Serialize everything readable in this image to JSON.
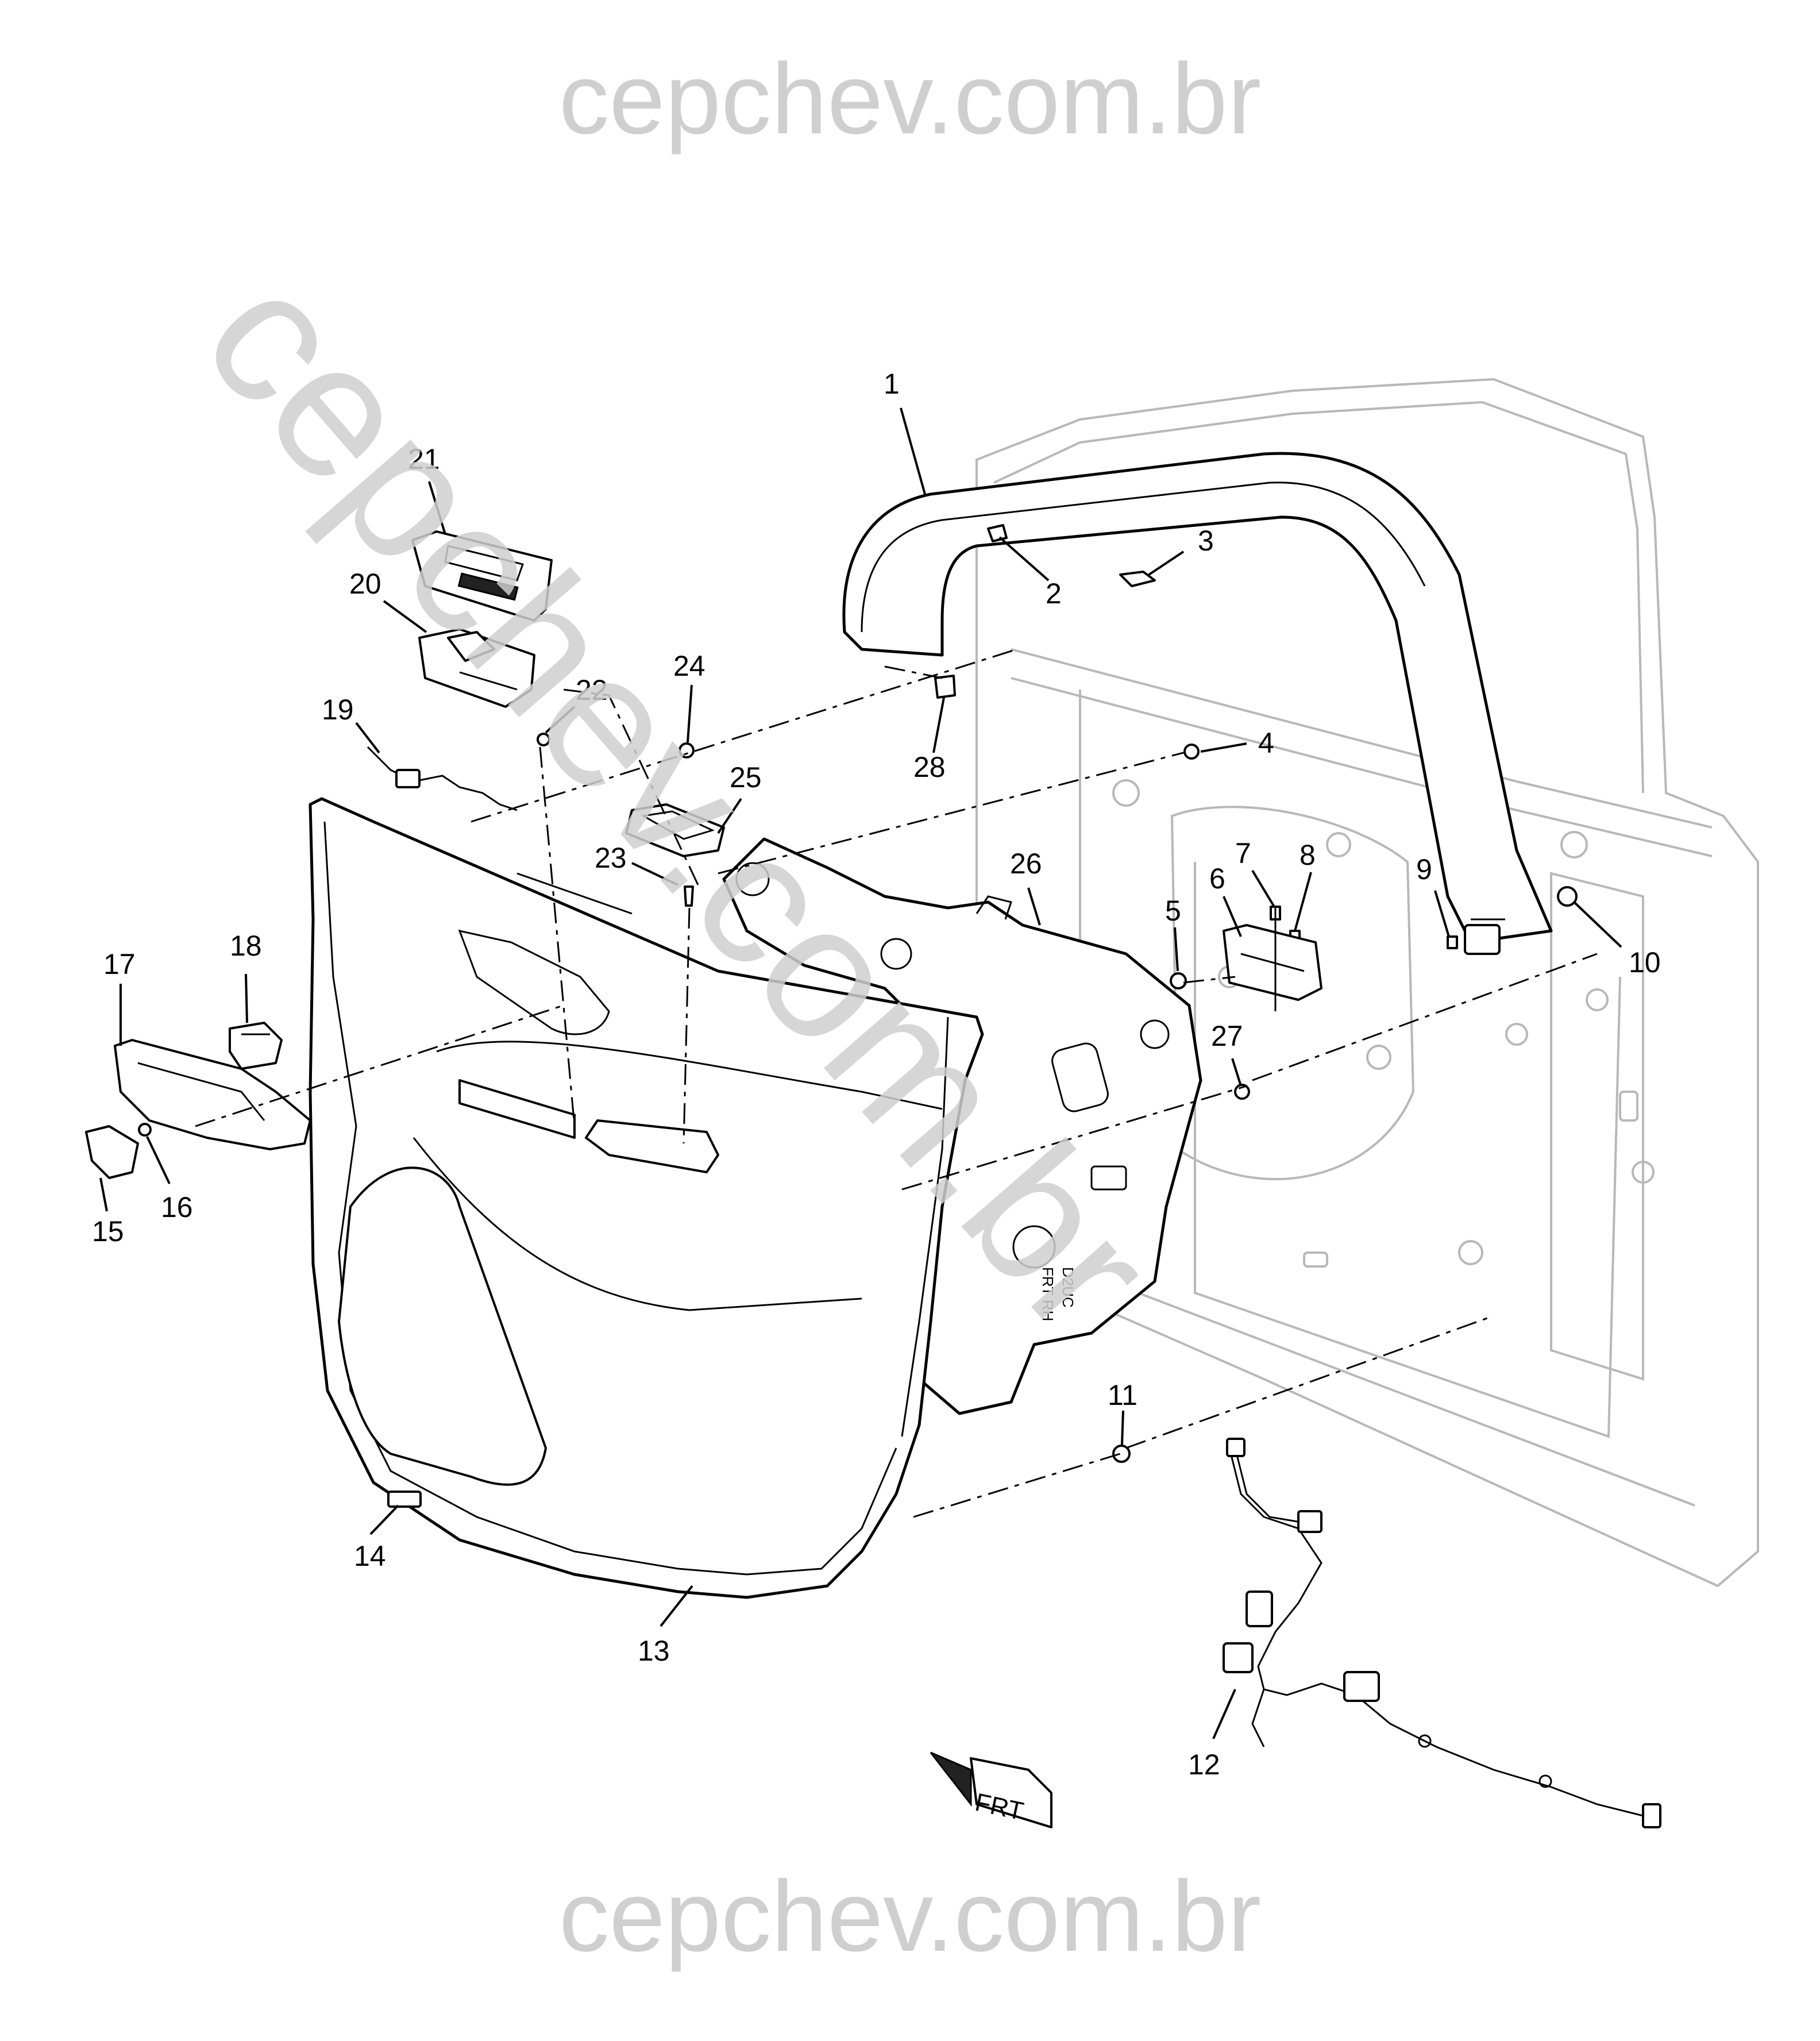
{
  "watermark": {
    "top": "cepchev.com.br",
    "bottom": "cepchev.com.br",
    "diagonal": "cepchev.com.br"
  },
  "door_marking": {
    "line1": "FRT RH",
    "line2": "D2UC"
  },
  "direction_arrow": "FRT",
  "callouts": [
    {
      "id": "c1",
      "label": "1"
    },
    {
      "id": "c2",
      "label": "2"
    },
    {
      "id": "c3",
      "label": "3"
    },
    {
      "id": "c4",
      "label": "4"
    },
    {
      "id": "c5",
      "label": "5"
    },
    {
      "id": "c6",
      "label": "6"
    },
    {
      "id": "c7",
      "label": "7"
    },
    {
      "id": "c8",
      "label": "8"
    },
    {
      "id": "c9",
      "label": "9"
    },
    {
      "id": "c10",
      "label": "10"
    },
    {
      "id": "c11",
      "label": "11"
    },
    {
      "id": "c12",
      "label": "12"
    },
    {
      "id": "c13",
      "label": "13"
    },
    {
      "id": "c14",
      "label": "14"
    },
    {
      "id": "c15",
      "label": "15"
    },
    {
      "id": "c16",
      "label": "16"
    },
    {
      "id": "c17",
      "label": "17"
    },
    {
      "id": "c18",
      "label": "18"
    },
    {
      "id": "c19",
      "label": "19"
    },
    {
      "id": "c20",
      "label": "20"
    },
    {
      "id": "c21",
      "label": "21"
    },
    {
      "id": "c22",
      "label": "22"
    },
    {
      "id": "c23",
      "label": "23"
    },
    {
      "id": "c24",
      "label": "24"
    },
    {
      "id": "c25",
      "label": "25"
    },
    {
      "id": "c26",
      "label": "26"
    },
    {
      "id": "c27",
      "label": "27"
    },
    {
      "id": "c28",
      "label": "28"
    }
  ]
}
